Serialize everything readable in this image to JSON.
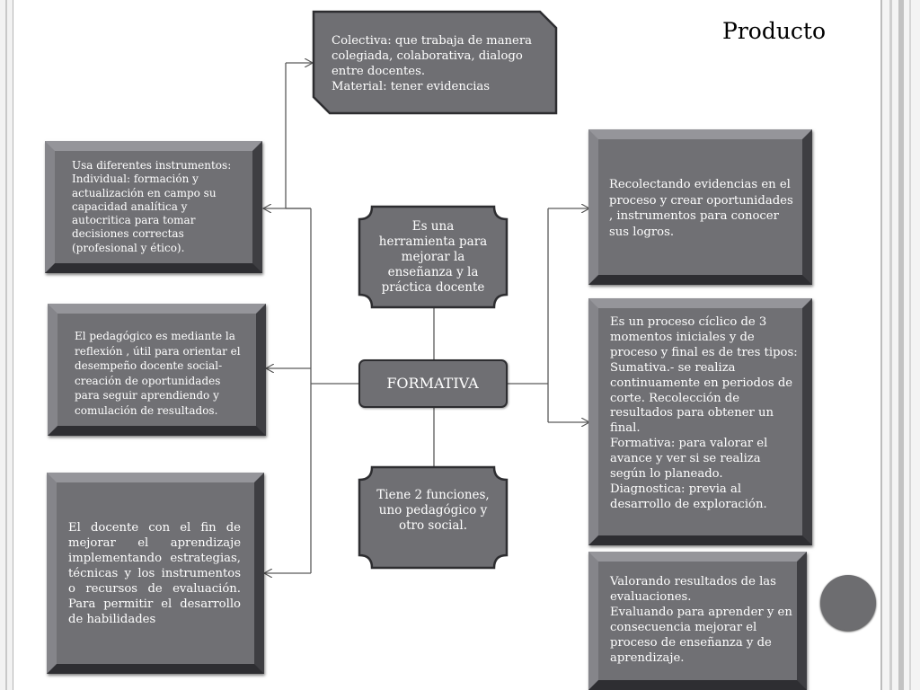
{
  "title": "Producto",
  "center": {
    "label": "FORMATIVA"
  },
  "top_box": {
    "text": "Es una herramienta para mejorar la enseñanza y la práctica docente"
  },
  "bottom_box": {
    "text": "Tiene 2 funciones, uno pedagógico y otro social."
  },
  "top_note": {
    "text": "Colectiva: que trabaja de manera colegiada, colaborativa, dialogo entre docentes.\nMaterial: tener evidencias"
  },
  "left_boxes": [
    {
      "text": "Usa diferentes instrumentos:\nIndividual: formación y actualización en campo su capacidad analítica y autocritica para tomar decisiones correctas (profesional y ético)."
    },
    {
      "text": "El pedagógico es mediante la reflexión , útil para orientar el desempeño docente social-creación de oportunidades para seguir aprendiendo y comulación de resultados."
    },
    {
      "text": "El docente con el fin de mejorar el aprendizaje implementando estrategias, técnicas y los instrumentos o recursos de evaluación. Para permitir el desarrollo de habilidades"
    }
  ],
  "right_boxes": [
    {
      "text": "Recolectando evidencias en el proceso y crear oportunidades , instrumentos para conocer sus logros."
    },
    {
      "text": "Es un proceso cíclico de 3 momentos iniciales y de proceso y final es de tres tipos:\nSumativa.- se realiza continuamente en periodos de corte. Recolección de resultados para obtener un final.\nFormativa: para valorar el avance y ver si se realiza según lo planeado.\nDiagnostica: previa al desarrollo de exploración."
    },
    {
      "text": "Valorando resultados de las evaluaciones.\nEvaluando para aprender y en consecuencia mejorar el proceso de enseñanza y de aprendizaje."
    }
  ]
}
